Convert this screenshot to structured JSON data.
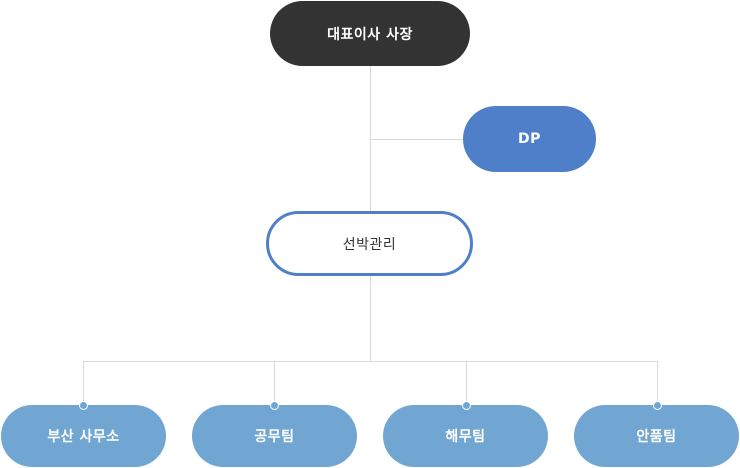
{
  "org": {
    "ceo": "대표이사 사장",
    "dp": "DP",
    "ship_management": "선박관리",
    "teams": [
      "부산 사무소",
      "공무팀",
      "해무팀",
      "안품팀"
    ]
  },
  "colors": {
    "ceo": "#333333",
    "dp": "#4f7fc8",
    "ship_management_border": "#4f7fc8",
    "team": "#71a6d2",
    "connector": "#d9d9d9"
  }
}
